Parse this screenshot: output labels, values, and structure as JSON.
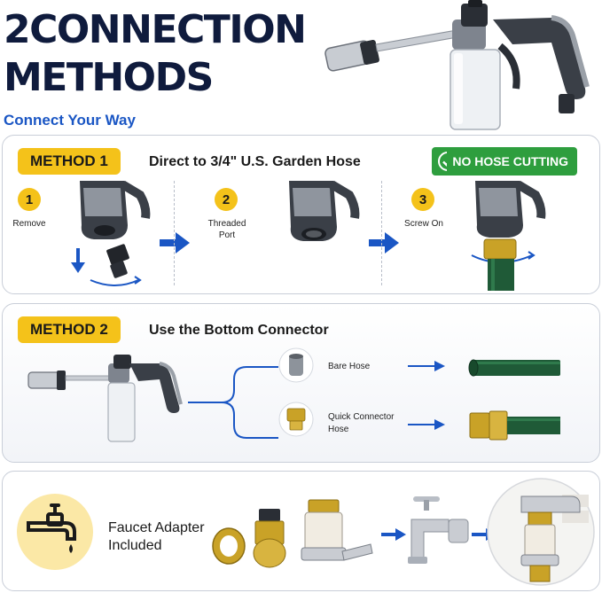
{
  "header": {
    "title_line1": "2CONNECTION",
    "title_line2": "METHODS",
    "subtitle": "Connect Your Way"
  },
  "method1": {
    "badge": "METHOD 1",
    "description": "Direct to 3/4\" U.S. Garden Hose",
    "feature_badge": "NO HOSE CUTTING",
    "steps": [
      {
        "number": "1",
        "label": "Remove"
      },
      {
        "number": "2",
        "label_line1": "Threaded",
        "label_line2": "Port"
      },
      {
        "number": "3",
        "label": "Screw On"
      }
    ]
  },
  "method2": {
    "badge": "METHOD 2",
    "description": "Use the Bottom Connector",
    "options": [
      {
        "label": "Bare Hose"
      },
      {
        "label_line1": "Quick Connector",
        "label_line2": "Hose"
      }
    ]
  },
  "adapter": {
    "label_line1": "Faucet Adapter",
    "label_line2": "Included"
  },
  "colors": {
    "navy": "#0f1b3d",
    "blue": "#1a56c4",
    "yellow": "#f4c21a",
    "green": "#2e9e3e",
    "hose_green": "#1f5a37",
    "brass": "#c9a227"
  }
}
